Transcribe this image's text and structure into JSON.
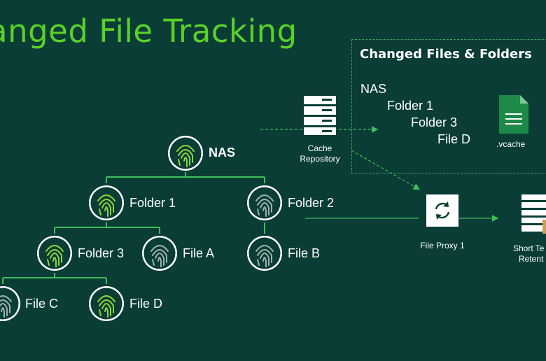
{
  "title": "hanged File Tracking",
  "panel": {
    "title": "Changed Files & Folders",
    "items": [
      "NAS",
      "Folder 1",
      "Folder 3",
      "File D"
    ],
    "file_label": ".vcache"
  },
  "tree": {
    "nas": "NAS",
    "folder1": "Folder 1",
    "folder2": "Folder 2",
    "folder3": "Folder 3",
    "file_a": "File A",
    "file_b": "File B",
    "file_c": "File C",
    "file_d": "File D"
  },
  "cache_repository": {
    "line1": "Cache",
    "line2": "Repository"
  },
  "file_proxy": "File Proxy 1",
  "short_term": {
    "line1": "Short Te",
    "line2": "Retent"
  },
  "colors": {
    "background": "#0a3d35",
    "accent_green": "#5ad12a",
    "line_green": "#3fbf5a",
    "changed_fill": "#8ed63a",
    "unchanged_fill": "#2c4a44"
  },
  "icons": {
    "node": "fingerprint-icon",
    "server": "server-icon",
    "proxy": "sync-icon",
    "file": "document-icon"
  }
}
